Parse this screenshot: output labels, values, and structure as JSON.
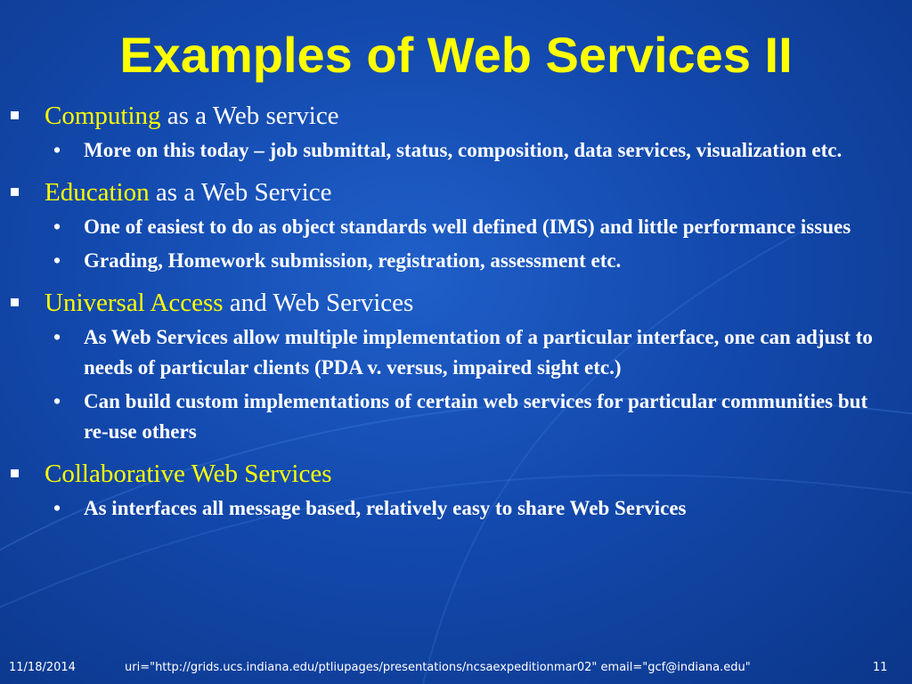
{
  "slide": {
    "title": "Examples of Web Services II",
    "sections": [
      {
        "highlight": "Computing",
        "rest": " as a Web service",
        "subitems": [
          "More on this today – job submittal, status, composition, data services, visualization etc."
        ]
      },
      {
        "highlight": "Education",
        "rest": " as a Web Service",
        "subitems": [
          "One of easiest to do as object standards well defined (IMS) and little performance issues",
          "Grading, Homework submission, registration, assessment etc."
        ]
      },
      {
        "highlight": "Universal Access",
        "rest": " and Web Services",
        "subitems": [
          "As Web Services allow multiple implementation of a particular interface, one can adjust to needs of particular clients (PDA v. versus, impaired sight etc.)",
          "Can build custom implementations of certain web services for particular communities but re-use others"
        ]
      },
      {
        "highlight": "Collaborative Web Services",
        "rest": "",
        "subitems": [
          "As interfaces all message based, relatively easy to share Web Services"
        ]
      }
    ],
    "footer": {
      "date": "11/18/2014",
      "uri": "uri=\"http://grids.ucs.indiana.edu/ptliupages/presentations/ncsaexpeditionmar02\" email=\"gcf@indiana.edu\"",
      "page_number": "11"
    }
  },
  "colors": {
    "background": "#1349ad",
    "title": "#ffff00",
    "highlight": "#ffff00",
    "text": "#ffffff"
  },
  "icons": {
    "level1_bullet": "square-bullet-icon",
    "level2_bullet": "dot-bullet-icon"
  }
}
